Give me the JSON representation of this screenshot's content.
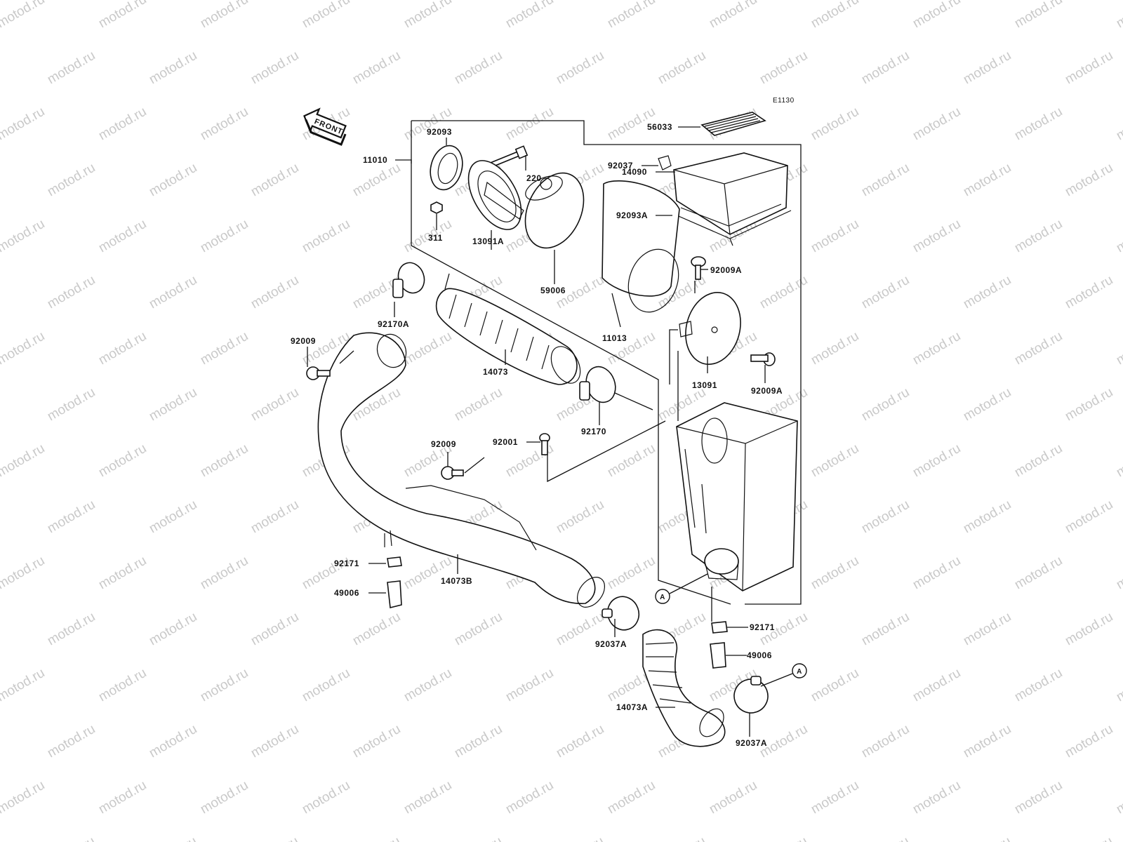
{
  "diagram": {
    "code": "E1130",
    "front_label": "FRONT",
    "watermark_text": "motod.ru",
    "ref_marker": "A",
    "accent_color": "#111111",
    "watermark_color": "#c9c9c9",
    "parts": [
      {
        "id": "p56033",
        "label": "56033"
      },
      {
        "id": "p92093",
        "label": "92093"
      },
      {
        "id": "p11010",
        "label": "11010"
      },
      {
        "id": "p220",
        "label": "220"
      },
      {
        "id": "p92037",
        "label": "92037"
      },
      {
        "id": "p14090",
        "label": "14090"
      },
      {
        "id": "p92093A",
        "label": "92093A"
      },
      {
        "id": "p311",
        "label": "311"
      },
      {
        "id": "p13091A",
        "label": "13091A"
      },
      {
        "id": "p92009A_top",
        "label": "92009A"
      },
      {
        "id": "p59006",
        "label": "59006"
      },
      {
        "id": "p92170A",
        "label": "92170A"
      },
      {
        "id": "p11013",
        "label": "11013"
      },
      {
        "id": "p92009_left",
        "label": "92009"
      },
      {
        "id": "p14073",
        "label": "14073"
      },
      {
        "id": "p13091",
        "label": "13091"
      },
      {
        "id": "p92009A_bottom",
        "label": "92009A"
      },
      {
        "id": "p92170",
        "label": "92170"
      },
      {
        "id": "p92009_mid",
        "label": "92009"
      },
      {
        "id": "p92001",
        "label": "92001"
      },
      {
        "id": "p92171_left",
        "label": "92171"
      },
      {
        "id": "p14073B",
        "label": "14073B"
      },
      {
        "id": "p49006_left",
        "label": "49006"
      },
      {
        "id": "p92171_right",
        "label": "92171"
      },
      {
        "id": "p92037A_left",
        "label": "92037A"
      },
      {
        "id": "p49006_right",
        "label": "49006"
      },
      {
        "id": "p14073A",
        "label": "14073A"
      },
      {
        "id": "p92037A_right",
        "label": "92037A"
      }
    ]
  }
}
